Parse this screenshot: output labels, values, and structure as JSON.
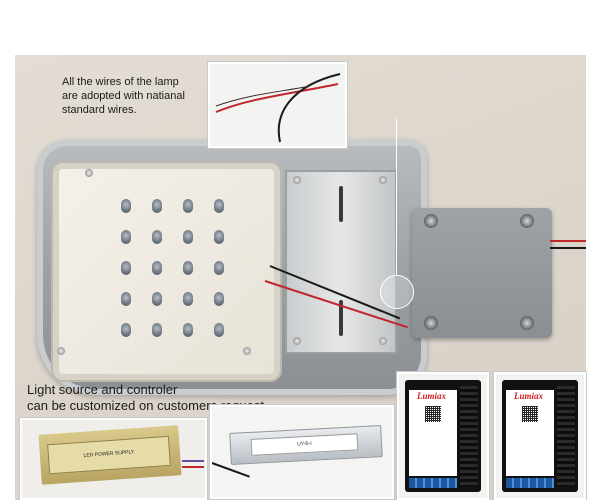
{
  "captions": {
    "wires_line1": "All the wires of the lamp",
    "wires_line2": "are adopted with natianal",
    "wires_line3": "standard wires.",
    "custom_line1": "Light source and controler",
    "custom_line2": "can be customized on customers request"
  },
  "brand": {
    "controller_left": "Lumiax",
    "controller_right": "Lumiax"
  },
  "product_labels": {
    "driver_power_label": "LED POWER SUPPLY",
    "driver_box_label": "UY-B-I"
  },
  "colors": {
    "wire_red": "#c1272d",
    "wire_black": "#1a1a1a",
    "brand_red": "#cc1f1f",
    "background": "#ffffff"
  },
  "icons": {
    "callout": "callout-circle",
    "screws": "screw-icon"
  }
}
